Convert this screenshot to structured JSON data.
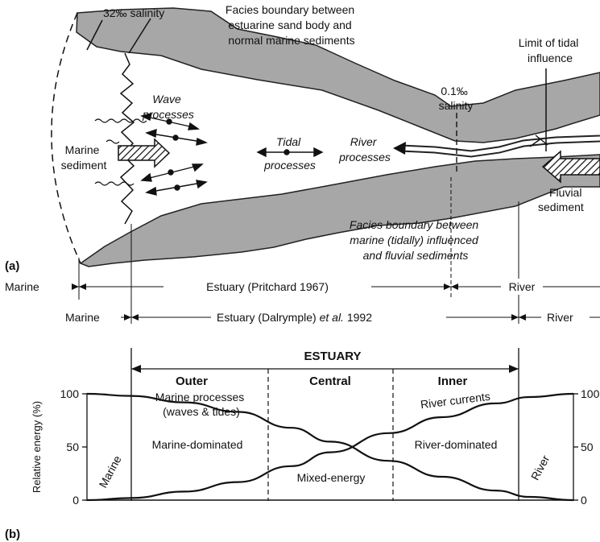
{
  "panel_a": {
    "label": "(a)",
    "salinity_32": "32‰ salinity",
    "facies_top": [
      "Facies boundary between",
      "estuarine sand body and",
      "normal marine sediments"
    ],
    "tidal_limit": [
      "Limit of tidal",
      "influence"
    ],
    "salinity_01": [
      "0.1‰",
      "salinity"
    ],
    "wave": [
      "Wave",
      "processes"
    ],
    "tidal": [
      "Tidal",
      "processes"
    ],
    "river": [
      "River",
      "processes"
    ],
    "marine_sediment": [
      "Marine",
      "sediment"
    ],
    "fluvial_sediment": [
      "Fluvial",
      "sediment"
    ],
    "facies_bottom": [
      "Facies boundary between",
      "marine (tidally) influenced",
      "and fluvial sediments"
    ]
  },
  "scale_pritchard": {
    "marine": "Marine",
    "estuary": "Estuary (Pritchard 1967)",
    "river": "River"
  },
  "scale_dalrymple": {
    "marine": "Marine",
    "estuary_a": "Estuary (Dalrymple) ",
    "estuary_b": "et al.",
    "estuary_c": " 1992",
    "river": "River"
  },
  "panel_b": {
    "label": "(b)",
    "estuary": "ESTUARY",
    "zones": [
      "Outer",
      "Central",
      "Inner"
    ],
    "ylabel": "Relative energy (%)",
    "marine_zone": "Marine",
    "river_zone": "River",
    "marine_processes": [
      "Marine processes",
      "(waves & tides)"
    ],
    "river_currents": "River currents",
    "marine_dominated": "Marine-dominated",
    "river_dominated": "River-dominated",
    "mixed_energy": "Mixed-energy"
  },
  "chart_data": {
    "type": "line",
    "ylabel": "Relative energy (%)",
    "ylim": [
      0,
      100
    ],
    "yticks": [
      "0",
      "50",
      "100"
    ],
    "series": [
      {
        "name": "Marine processes (waves & tides)",
        "x": [
          0,
          0.09,
          0.2,
          0.31,
          0.42,
          0.5,
          0.62,
          0.73,
          0.84,
          0.91,
          1.0
        ],
        "values": [
          100,
          98,
          92,
          83,
          68,
          55,
          37,
          22,
          9,
          3,
          0
        ]
      },
      {
        "name": "River currents",
        "x": [
          0,
          0.09,
          0.2,
          0.31,
          0.42,
          0.5,
          0.62,
          0.73,
          0.84,
          0.91,
          1.0
        ],
        "values": [
          0,
          2,
          8,
          17,
          32,
          45,
          63,
          78,
          91,
          97,
          100
        ]
      }
    ]
  }
}
